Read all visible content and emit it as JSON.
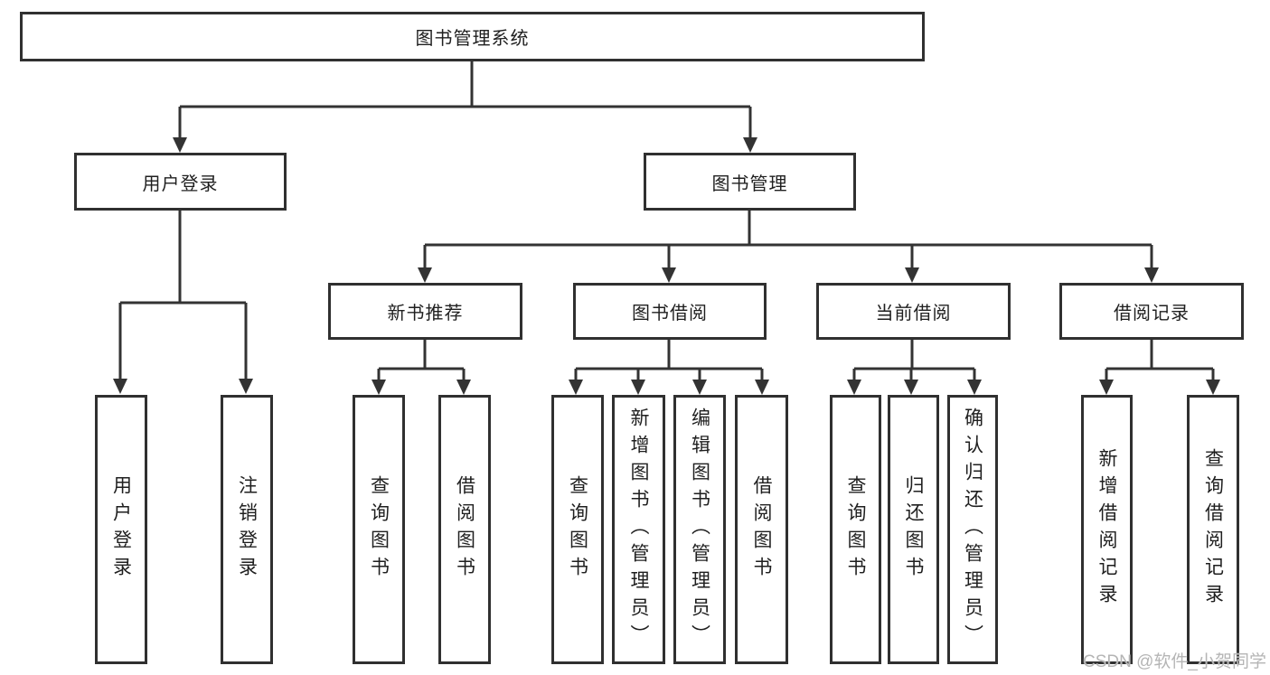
{
  "diagram": {
    "tree": {
      "root": {
        "label": "图书管理系统",
        "children": [
          {
            "label": "用户登录",
            "children": [
              {
                "label": "用户登录"
              },
              {
                "label": "注销登录"
              }
            ]
          },
          {
            "label": "图书管理",
            "children": [
              {
                "label": "新书推荐",
                "children": [
                  {
                    "label": "查询图书"
                  },
                  {
                    "label": "借阅图书"
                  }
                ]
              },
              {
                "label": "图书借阅",
                "children": [
                  {
                    "label": "查询图书"
                  },
                  {
                    "label": "新增图书（管理员）"
                  },
                  {
                    "label": "编辑图书（管理员）"
                  },
                  {
                    "label": "借阅图书"
                  }
                ]
              },
              {
                "label": "当前借阅",
                "children": [
                  {
                    "label": "查询图书"
                  },
                  {
                    "label": "归还图书"
                  },
                  {
                    "label": "确认归还（管理员）"
                  }
                ]
              },
              {
                "label": "借阅记录",
                "children": [
                  {
                    "label": "新增借阅记录"
                  },
                  {
                    "label": "查询借阅记录"
                  }
                ]
              }
            ]
          }
        ]
      }
    },
    "line_color": "#333333",
    "box_border_color": "#303030",
    "text_color": "#1f1f1f"
  },
  "watermark": {
    "text": "CSDN @软件_小贺同学",
    "color": "#b5b5b5"
  }
}
